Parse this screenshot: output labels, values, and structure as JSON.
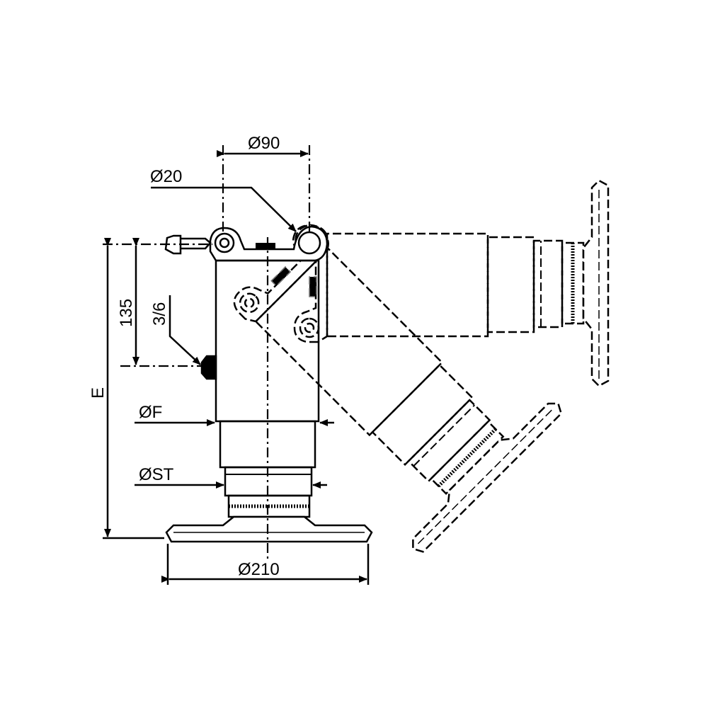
{
  "drawing": {
    "dimensions": {
      "pivot_spacing": "Ø90",
      "pivot_diameter": "Ø20",
      "height_to_port": "135",
      "port_size": "3/6",
      "overall_height": "E",
      "body_diameter": "ØF",
      "stem_diameter": "ØST",
      "pad_diameter": "Ø210"
    },
    "colors": {
      "outline": "#000000",
      "ghost_positions": "#777777"
    }
  }
}
